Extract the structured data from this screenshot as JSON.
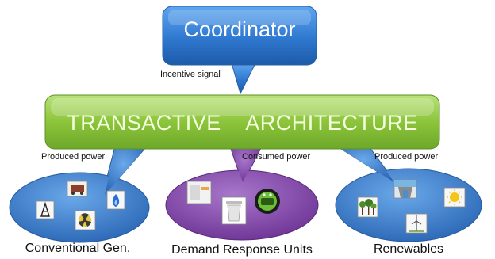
{
  "coordinator": {
    "label": "Coordinator"
  },
  "signal": {
    "label": "Incentive signal"
  },
  "architecture": {
    "label": "TRANSACTIVE    ARCHITECTURE"
  },
  "flows": {
    "left": "Produced power",
    "center": "Consumed power",
    "right": "Produced power"
  },
  "groups": {
    "left": "Conventional Gen.",
    "center": "Demand Response Units",
    "right": "Renewables"
  },
  "icons": {
    "conventional": [
      "oil-derrick-icon",
      "coal-train-icon",
      "gas-flame-icon",
      "nuclear-plant-icon"
    ],
    "demand": [
      "washing-machine-icon",
      "trash-bin-icon",
      "smart-appliance-icon"
    ],
    "renewables": [
      "wind-farm-icon",
      "hydro-dam-icon",
      "sun-icon",
      "wind-turbine-icon"
    ]
  },
  "colors": {
    "coordinator": "#2f78d0",
    "architecture": "#8cc43a",
    "conventional": "#3b7cc7",
    "demand": "#8a4bb0",
    "renewables": "#3b7cc7"
  }
}
